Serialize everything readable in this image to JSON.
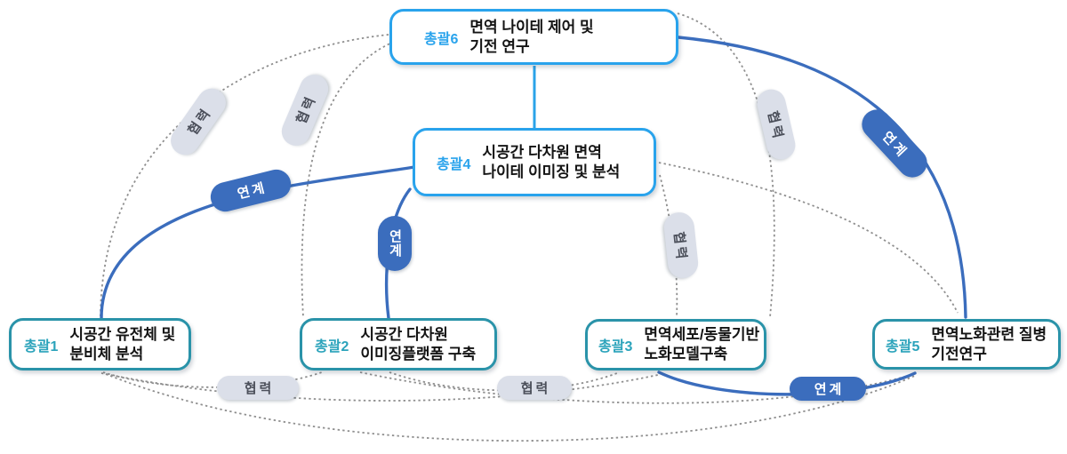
{
  "diagram": {
    "type": "research-project-relationship-diagram",
    "link_types": [
      {
        "label": "연계",
        "style": "solid-blue-line"
      },
      {
        "label": "협력",
        "style": "dotted-gray-line"
      }
    ]
  },
  "nodes": {
    "n6": {
      "tag": "총괄6",
      "line1": "면역 나이테 제어 및",
      "line2": "기전 연구"
    },
    "n4": {
      "tag": "총괄4",
      "line1": "시공간 다차원 면역",
      "line2": "나이테 이미징 및 분석"
    },
    "n1": {
      "tag": "총괄1",
      "line1": "시공간 유전체 및",
      "line2": "분비체 분석"
    },
    "n2": {
      "tag": "총괄2",
      "line1": "시공간 다차원",
      "line2": "이미징플랫폼 구축"
    },
    "n3": {
      "tag": "총괄3",
      "line1": "면역세포/동물기반",
      "line2": "노화모델구축"
    },
    "n5": {
      "tag": "총괄5",
      "line1": "면역노화관련 질병",
      "line2": "기전연구"
    }
  },
  "edges": [
    {
      "from": "총괄4",
      "to": "총괄1",
      "label": "연계",
      "style": "solid-blue"
    },
    {
      "from": "총괄4",
      "to": "총괄2",
      "label": "연계",
      "style": "solid-blue"
    },
    {
      "from": "총괄6",
      "to": "총괄5",
      "label": "연계",
      "style": "solid-blue"
    },
    {
      "from": "총괄3",
      "to": "총괄5",
      "label": "연계",
      "style": "solid-blue"
    },
    {
      "from": "총괄6",
      "to": "총괄1",
      "label": "협력",
      "style": "dotted-gray"
    },
    {
      "from": "총괄6",
      "to": "총괄2",
      "label": "협력",
      "style": "dotted-gray"
    },
    {
      "from": "총괄6",
      "to": "총괄3",
      "label": "협력",
      "style": "dotted-gray"
    },
    {
      "from": "총괄4",
      "to": "총괄3",
      "label": "협력",
      "style": "dotted-gray"
    },
    {
      "from": "총괄1",
      "to": "총괄2",
      "label": "협력",
      "style": "dotted-gray"
    },
    {
      "from": "총괄2",
      "to": "총괄3",
      "label": "협력",
      "style": "dotted-gray"
    },
    {
      "from": "총괄6",
      "to": "총괄4",
      "label": "",
      "style": "solid-cyan"
    },
    {
      "from": "총괄4",
      "to": "총괄5",
      "label": "",
      "style": "dotted-gray"
    },
    {
      "from": "총괄1",
      "to": "총괄3",
      "label": "",
      "style": "dotted-gray"
    },
    {
      "from": "총괄2",
      "to": "총괄5",
      "label": "",
      "style": "dotted-gray"
    },
    {
      "from": "총괄1",
      "to": "총괄5",
      "label": "",
      "style": "dotted-gray"
    }
  ],
  "colors": {
    "top_box_border": "#29a3ec",
    "bottom_box_border": "#2a93a9",
    "top_tag_text": "#29a3ec",
    "bottom_tag_text": "#2ba3bb",
    "link_blue": "#3b6dbd",
    "link_cyan": "#2aa3e8",
    "dotted_gray": "#8f8f8f",
    "pill_gray_bg": "#dbdfe9",
    "pill_gray_text": "#4b4f5a"
  }
}
